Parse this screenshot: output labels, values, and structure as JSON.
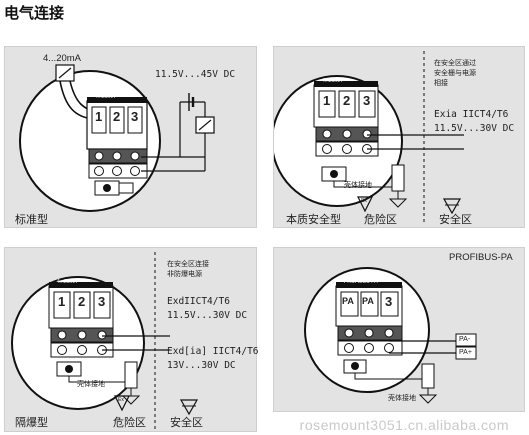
{
  "page": {
    "title": "电气连接"
  },
  "panels": {
    "standard": {
      "caption": "标准型",
      "current": "4...20mA",
      "voltage": "11.5V...45V DC",
      "board_label": "4...20mA",
      "board_code": "0000",
      "terminals": [
        "1",
        "2",
        "3"
      ]
    },
    "intrinsic": {
      "caption": "本质安全型",
      "safe_note": [
        "在安全区通过",
        "安全栅与电源",
        "相接"
      ],
      "spec1": "Exia IICT4/T6",
      "spec2": "11.5V...30V DC",
      "ground": "壳体接地",
      "hazard": "危险区",
      "safe": "安全区",
      "ex_symbol": "Ex",
      "board_label": "4...20mA",
      "terminals": [
        "1",
        "2",
        "3"
      ]
    },
    "flameproof": {
      "caption": "隔爆型",
      "safe_note": [
        "在安全区连接",
        "非防爆电源"
      ],
      "spec1": "ExdIICT4/T6",
      "spec2": "11.5V...30V DC",
      "spec3": "Exd[ia] IICT4/T6",
      "spec4": "13V...30V DC",
      "ground": "壳体接地",
      "hazard": "危险区",
      "safe": "安全区",
      "ex_symbol": "Ex",
      "board_label": "4...20mA",
      "terminals": [
        "1",
        "2",
        "3"
      ]
    },
    "profibus": {
      "title": "PROFIBUS-PA",
      "board_label": "PROFIBUS-PA",
      "terminals": [
        "PA",
        "PA",
        "3"
      ],
      "pa_minus": "PA-",
      "pa_plus": "PA+",
      "ground": "壳体接地"
    }
  },
  "watermark": "rosemount3051.cn.alibaba.com"
}
